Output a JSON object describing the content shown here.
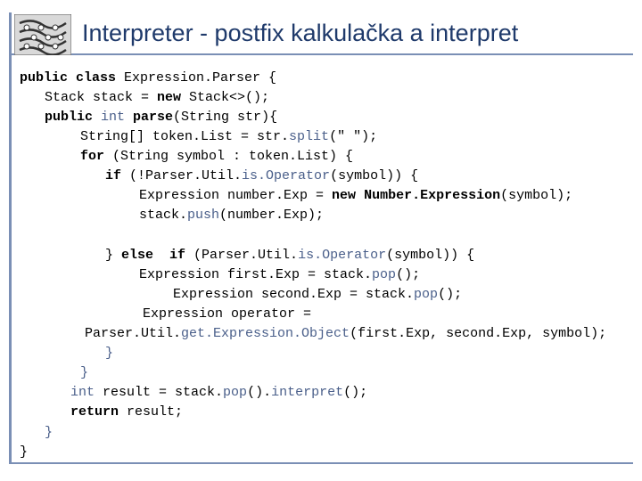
{
  "title": "Interpreter - postfix kalkulačka a interpret",
  "logo_icon": "puzzle-logo-icon",
  "colors": {
    "title": "#1f3a6b",
    "rule": "#7a8fb5",
    "method": "#4a5f8a"
  },
  "code": {
    "l1": [
      "public class ",
      "Expression.Parser {"
    ],
    "l2": [
      "Stack stack = ",
      "new",
      " Stack<>();"
    ],
    "l3": [
      "public ",
      "int ",
      "parse",
      "(String str){"
    ],
    "l4": [
      "String[] token.List = str.",
      "split",
      "(\" \");"
    ],
    "l5": [
      "for",
      " (String symbol : token.List) {"
    ],
    "l6": [
      "if",
      " (!Parser.Util.",
      "is.Operator",
      "(symbol)) {"
    ],
    "l7": [
      "Expression number.Exp = ",
      "new",
      " ",
      "Number.Expression",
      "(symbol);"
    ],
    "l8": [
      "stack.",
      "push",
      "(number.Exp);"
    ],
    "l9": [
      "} ",
      "else  if",
      " (Parser.Util.",
      "is.Operator",
      "(symbol)) {"
    ],
    "l10": [
      "Expression first.Exp = stack.",
      "pop",
      "();"
    ],
    "l11": [
      "Expression second.Exp = stack.",
      "pop",
      "();"
    ],
    "l12": [
      "Expression operator ="
    ],
    "l13": [
      "Parser.Util.",
      "get.Expression.Object",
      "(first.Exp, second.Exp, symbol);"
    ],
    "l14": [
      "}"
    ],
    "l15": [
      "}"
    ],
    "l16": [
      "int",
      " result = stack.",
      "pop",
      "().",
      "interpret",
      "();"
    ],
    "l17": [
      "return",
      " result;"
    ],
    "l18": [
      "}"
    ],
    "l19": [
      "}"
    ]
  }
}
